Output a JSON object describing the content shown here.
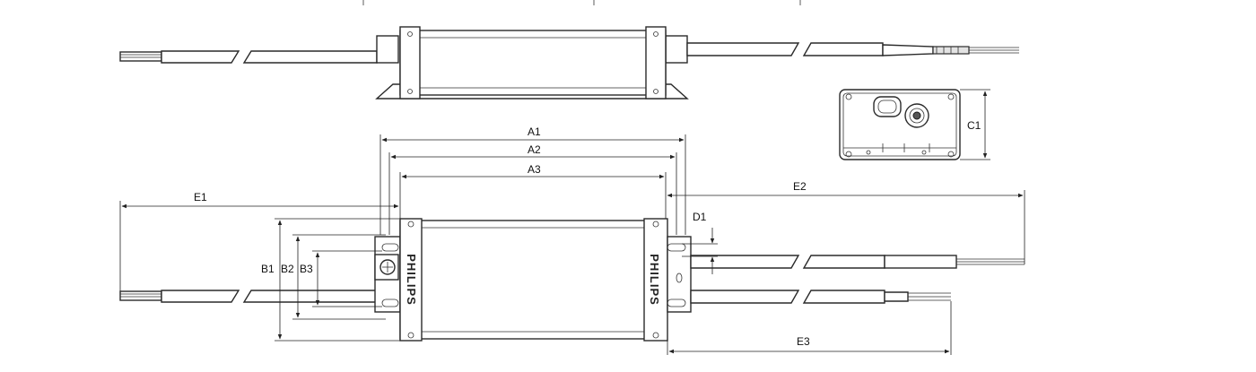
{
  "labels": {
    "a1": "A1",
    "a2": "A2",
    "a3": "A3",
    "b1": "B1",
    "b2": "B2",
    "b3": "B3",
    "c1": "C1",
    "d1": "D1",
    "e1": "E1",
    "e2": "E2",
    "e3": "E3"
  },
  "brand_text": "PHILIPS",
  "colors": {
    "line": "#2a2a2a",
    "fill": "#ffffff",
    "accent_fill": "#e3e3e3"
  }
}
